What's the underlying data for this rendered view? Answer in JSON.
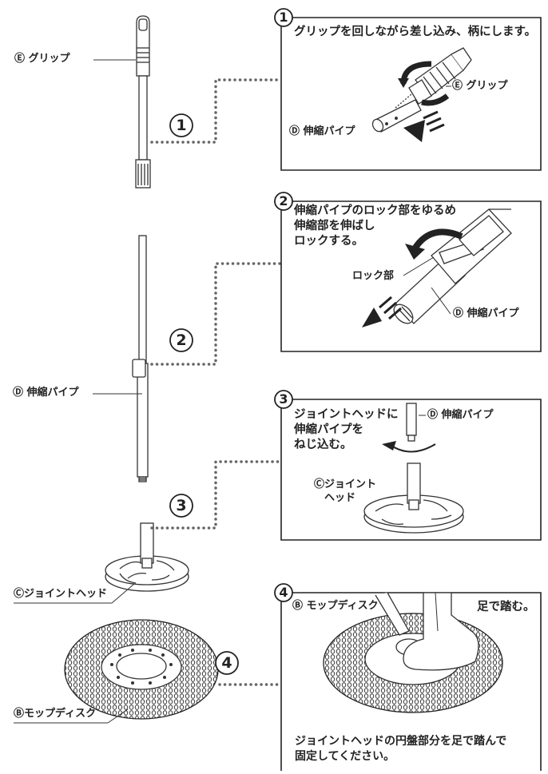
{
  "left": {
    "grip_label": "Ⓔ グリップ",
    "pipe_label": "Ⓓ 伸縮パイプ",
    "joint_label": "Ⓒジョイントヘッド",
    "disc_label": "Ⓑモップディスク",
    "step1_num": "1",
    "step2_num": "2",
    "step3_num": "3",
    "step4_num": "4"
  },
  "panel1": {
    "num": "1",
    "text": "グリップを回しながら差し込み、柄にします。",
    "grip_label": "Ⓔ グリップ",
    "pipe_label": "Ⓓ 伸縮パイプ"
  },
  "panel2": {
    "num": "2",
    "text": "伸縮パイプのロック部をゆるめ\n伸縮部を伸ばし\nロックする。",
    "lock_label": "ロック部",
    "pipe_label": "Ⓓ 伸縮パイプ"
  },
  "panel3": {
    "num": "3",
    "text": "ジョイントヘッドに\n伸縮パイプを\nねじ込む。",
    "pipe_label": "Ⓓ 伸縮パイプ",
    "joint_label": "Ⓒジョイント\n　ヘッド"
  },
  "panel4": {
    "num": "4",
    "disc_label": "Ⓑ モップディスク",
    "foot_text": "足で踏む。",
    "bottom_text": "ジョイントヘッドの円盤部分を足で踏んで\n固定してください。"
  }
}
